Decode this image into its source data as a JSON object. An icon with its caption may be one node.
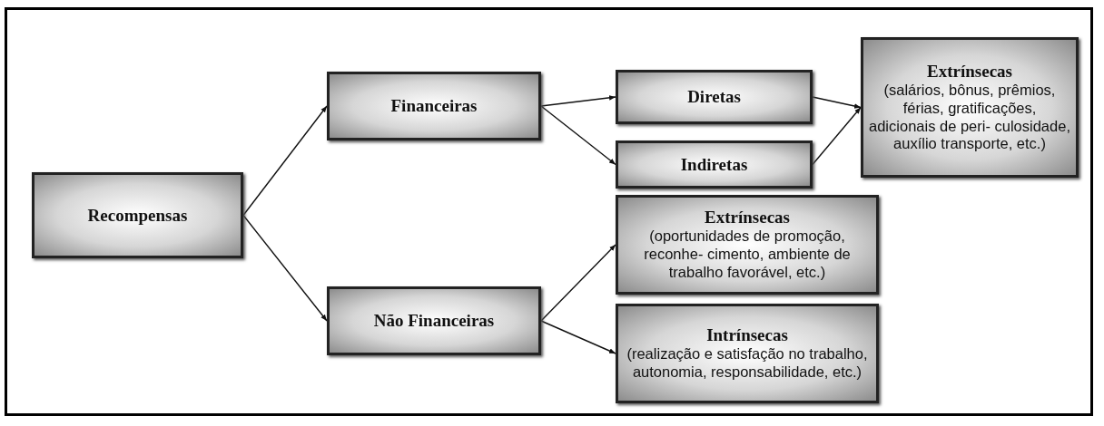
{
  "diagram": {
    "nodes": [
      {
        "text": [
          "Recompensas"
        ]
      },
      {
        "text": [
          "Financeiras"
        ]
      },
      {
        "text": [
          "Não Financeiras"
        ]
      },
      {
        "text": [
          "Diretas"
        ]
      },
      {
        "text": [
          "Indiretas"
        ]
      },
      {
        "text": [
          "Extrínsecas",
          "(salários, bônus, prêmios, férias, gratificações, adicionais de peri- culosidade, auxílio transporte, etc.)"
        ]
      },
      {
        "text": [
          "Extrínsecas",
          "(oportunidades de promoção, reconhe- cimento, ambiente de trabalho favorável, etc.)"
        ]
      },
      {
        "text": [
          "Intrínsecas",
          "(realização e satisfação no trabalho, autonomia, responsabilidade, etc.)"
        ]
      }
    ],
    "edges": [
      {
        "from": 0,
        "to": 1,
        "arrow": "to"
      },
      {
        "from": 0,
        "to": 2,
        "arrow": "to"
      },
      {
        "from": 1,
        "to": 3,
        "arrow": "to"
      },
      {
        "from": 1,
        "to": 4,
        "arrow": "to"
      },
      {
        "from": 3,
        "to": 5,
        "arrow": "to"
      },
      {
        "from": 4,
        "to": 5,
        "arrow": "to"
      },
      {
        "from": 2,
        "to": 6,
        "arrow": "to"
      },
      {
        "from": 2,
        "to": 7,
        "arrow": "to"
      }
    ]
  }
}
